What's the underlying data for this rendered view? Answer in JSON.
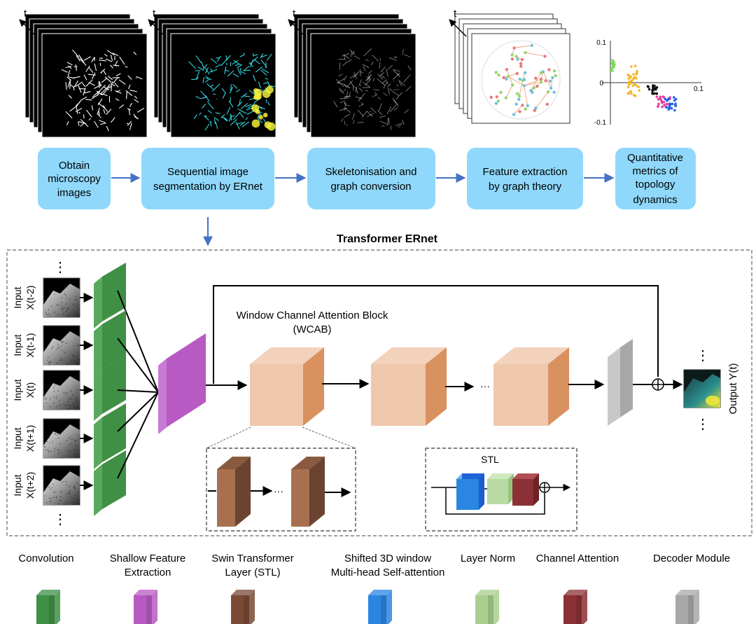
{
  "pipeline": {
    "time_label": "t",
    "steps": [
      {
        "lines": [
          "Obtain",
          "microscopy",
          "images"
        ]
      },
      {
        "lines": [
          "Sequential image",
          "segmentation by ERnet"
        ]
      },
      {
        "lines": [
          "Skeletonisation and",
          "graph conversion"
        ]
      },
      {
        "lines": [
          "Feature extraction",
          "by graph theory"
        ]
      },
      {
        "lines": [
          "Quantitative",
          "metrics of",
          "topology",
          "dynamics"
        ]
      }
    ],
    "scatter_ticks": {
      "y_top": "0.1",
      "y_mid": "0",
      "y_bottom": "-0.1",
      "x_right": "0.1"
    }
  },
  "architecture": {
    "title": "Transformer ERnet",
    "inputs": [
      {
        "word": "Input",
        "frame": "X(t-2)"
      },
      {
        "word": "Input",
        "frame": "X(t-1)"
      },
      {
        "word": "Input",
        "frame": "X(t)"
      },
      {
        "word": "Input",
        "frame": "X(t+1)"
      },
      {
        "word": "Input",
        "frame": "X(t+2)"
      }
    ],
    "wcab_line1": "Window Channel Attention Block",
    "wcab_line2": "(WCAB)",
    "output_label": "Output Y(t)",
    "stl_label": "STL",
    "ellipsis": "⋮",
    "dots": "···"
  },
  "legend": [
    {
      "lines": [
        "Convolution"
      ],
      "color": "#3f8f45"
    },
    {
      "lines": [
        "Shallow Feature",
        "Extraction"
      ],
      "color": "#b85ac3"
    },
    {
      "lines": [
        "Swin Transformer",
        "Layer (STL)"
      ],
      "color": "#7a4a35"
    },
    {
      "lines": [
        "Shifted 3D window",
        "Multi-head Self-attention"
      ],
      "color": "#2a86e0"
    },
    {
      "lines": [
        "Layer Norm"
      ],
      "color": "#a9cf8f"
    },
    {
      "lines": [
        "Channel Attention"
      ],
      "color": "#8b3034"
    },
    {
      "lines": [
        "Decoder Module"
      ],
      "color": "#a8a8a8"
    }
  ],
  "colors": {
    "step_box": "#8fd8fb",
    "arrow_blue": "#4472c4",
    "conv": "#3f8f45",
    "shallow": "#b85ac3",
    "wcab": "#e8bb9c",
    "stl": "#7a4a35",
    "decoder": "#a8a8a8"
  }
}
